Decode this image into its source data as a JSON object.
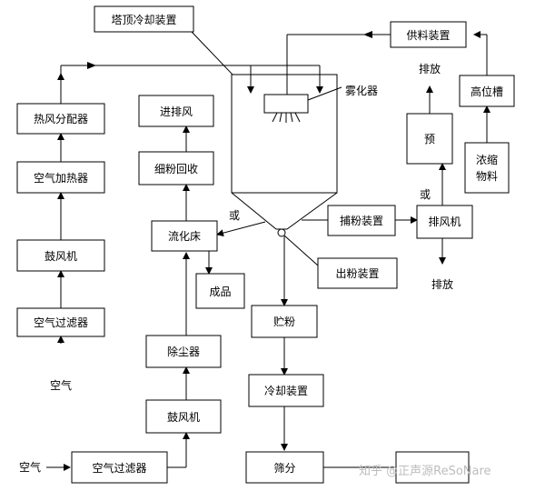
{
  "nodes": {
    "tower_cooling": "塔顶冷却装置",
    "feed_device": "供料装置",
    "atomizer": "雾化器",
    "discharge_top": "排放",
    "head_tank": "高位槽",
    "pre": "预",
    "concentrate": "浓缩\n物料",
    "or_right": "或",
    "hot_air_distributor": "热风分配器",
    "air_heater": "空气加热器",
    "blower_left": "鼓风机",
    "air_filter_left": "空气过滤器",
    "air_left": "空气",
    "inlet_exhaust": "进排风",
    "fine_powder_recovery": "细粉回收",
    "or_left": "或",
    "fluid_bed": "流化床",
    "product": "成品",
    "powder_catcher": "捕粉装置",
    "exhaust_fan": "排风机",
    "discharge_bottom": "排放",
    "powder_outlet": "出粉装置",
    "storage": "贮粉",
    "dust_remover": "除尘器",
    "blower_bottom": "鼓风机",
    "cooling_device": "冷却装置",
    "air_bottom": "空气",
    "air_filter_bottom": "空气过滤器",
    "sieving": "筛分"
  },
  "watermark": "知乎 @正声源ReSoNare"
}
